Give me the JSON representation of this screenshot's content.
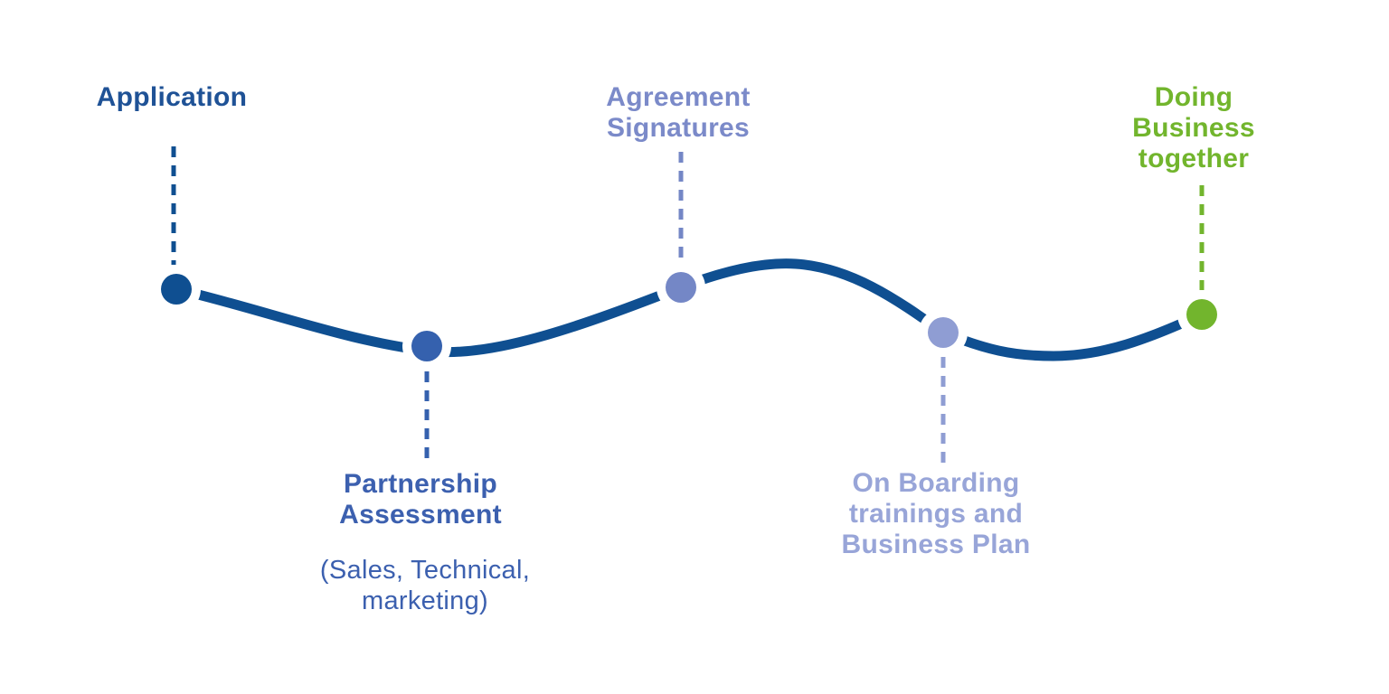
{
  "diagram": {
    "title": "partner-onboarding-journey",
    "background_color": "#ffffff",
    "line_color": "#0f4f91",
    "stages": [
      {
        "label": "Application",
        "sublabel": "",
        "dot_color": "#0f4f91",
        "text_color": "#1f5296",
        "label_position": "above"
      },
      {
        "label": "Partnership\nAssessment",
        "sublabel": "(Sales, Technical,\nmarketing)",
        "dot_color": "#3561ae",
        "text_color": "#3c60af",
        "label_position": "below"
      },
      {
        "label": "Agreement\nSignatures",
        "sublabel": "",
        "dot_color": "#7487c6",
        "text_color": "#7b8ac9",
        "label_position": "above"
      },
      {
        "label": "On Boarding\ntrainings and\nBusiness Plan",
        "sublabel": "",
        "dot_color": "#8f9dd3",
        "text_color": "#98a5d8",
        "label_position": "below"
      },
      {
        "label": "Doing\nBusiness\ntogether",
        "sublabel": "",
        "dot_color": "#72b52d",
        "text_color": "#72b52d",
        "label_position": "above"
      }
    ]
  }
}
